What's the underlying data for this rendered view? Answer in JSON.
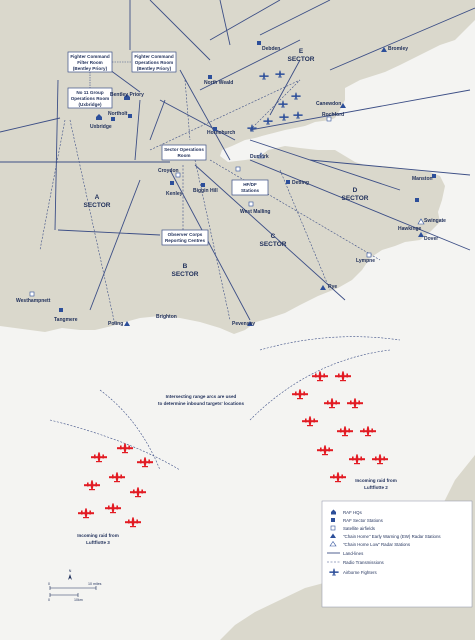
{
  "colors": {
    "sea": "#f4f4f2",
    "land": "#dad8cc",
    "line": "#3d4f86",
    "raf_blue": "#2d4f9a",
    "enemy_red": "#e21b23"
  },
  "sectors": [
    {
      "letter": "A",
      "word": "SECTOR"
    },
    {
      "letter": "B",
      "word": "SECTOR"
    },
    {
      "letter": "C",
      "word": "SECTOR"
    },
    {
      "letter": "D",
      "word": "SECTOR"
    },
    {
      "letter": "E",
      "word": "SECTOR"
    }
  ],
  "command_boxes": {
    "filter_room": [
      "Fighter Command",
      "Filter Room",
      "(Bentley Priory)"
    ],
    "ops_room": [
      "Fighter Command",
      "Operations Room",
      "(Bentley Priory)"
    ],
    "group_ops": [
      "No 11 Group",
      "Operations Room",
      "(Uxbridge)"
    ],
    "sector_ops": [
      "Sector Operations",
      "Room"
    ],
    "hfdf": [
      "HF/DF",
      "Stations"
    ],
    "observer": [
      "Observer Corps",
      "Reporting Centres"
    ]
  },
  "places": [
    {
      "key": "debden",
      "name": "Debden"
    },
    {
      "key": "north_weald",
      "name": "North Weald"
    },
    {
      "key": "bentley_priory",
      "name": "Bentley Priory"
    },
    {
      "key": "northolt",
      "name": "Northolt"
    },
    {
      "key": "uxbridge",
      "name": "Uxbridge"
    },
    {
      "key": "hornchurch",
      "name": "Hornchurch"
    },
    {
      "key": "canewdon",
      "name": "Canewdon"
    },
    {
      "key": "rochford",
      "name": "Rochford"
    },
    {
      "key": "bromley",
      "name": "Bromley"
    },
    {
      "key": "croydon",
      "name": "Croydon"
    },
    {
      "key": "kenley",
      "name": "Kenley"
    },
    {
      "key": "biggin_hill",
      "name": "Biggin Hill"
    },
    {
      "key": "dunkirk",
      "name": "Dunkirk"
    },
    {
      "key": "detling",
      "name": "Detling"
    },
    {
      "key": "west_malling",
      "name": "West Malling"
    },
    {
      "key": "manston",
      "name": "Manston"
    },
    {
      "key": "hawkinge",
      "name": "Hawkinge"
    },
    {
      "key": "swingate",
      "name": "Swingate"
    },
    {
      "key": "dover",
      "name": "Dover"
    },
    {
      "key": "lympne",
      "name": "Lympne"
    },
    {
      "key": "rye",
      "name": "Rye"
    },
    {
      "key": "westhampnett",
      "name": "Westhampnett"
    },
    {
      "key": "tangmere",
      "name": "Tangmere"
    },
    {
      "key": "poling",
      "name": "Poling"
    },
    {
      "key": "brighton",
      "name": "Brighton"
    },
    {
      "key": "pevensey",
      "name": "Pevensey"
    }
  ],
  "annotations": {
    "range_arcs": [
      "Intersecting range arcs are used",
      "to determine inbound targets' locations"
    ],
    "raid_right": [
      "Incoming raid from",
      "Luftflotte 2"
    ],
    "raid_left": [
      "Incoming raid from",
      "Luftflotte 3"
    ]
  },
  "legend": [
    {
      "icon": "raf-hq-icon",
      "label": "RAF HQs"
    },
    {
      "icon": "sector-station-icon",
      "label": "RAF Sector Stations"
    },
    {
      "icon": "satellite-airfield-icon",
      "label": "Satellite airfields"
    },
    {
      "icon": "chain-home-icon",
      "label": "\"Chain Home\" Early Warning (EW) Radar Stations"
    },
    {
      "icon": "chain-home-low-icon",
      "label": "\"Chain Home Low\" Radar Stations"
    },
    {
      "icon": "land-line-icon",
      "label": "Land-lines"
    },
    {
      "icon": "radio-transmission-icon",
      "label": "Radio Transmissions"
    },
    {
      "icon": "airborne-fighter-icon",
      "label": "Airborne Fighters"
    }
  ],
  "scale": {
    "miles": "10 miles",
    "km": "10km",
    "zero": "0",
    "north": "N"
  }
}
